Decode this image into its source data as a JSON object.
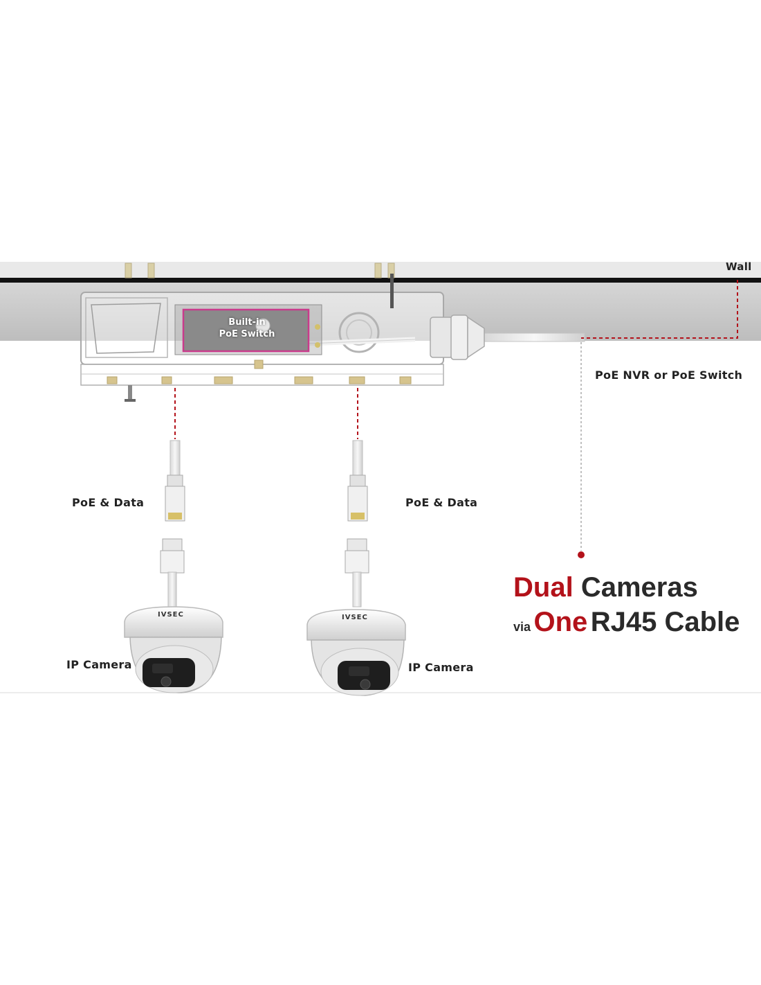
{
  "labels": {
    "wall": "Wall",
    "switch_line1": "Built-in",
    "switch_line2": "PoE Switch",
    "nvr": "PoE NVR or PoE Switch",
    "poe_data_left": "PoE & Data",
    "poe_data_right": "PoE & Data",
    "camera_left": "IP Camera",
    "camera_right": "IP Camera"
  },
  "headline": {
    "line1_accent": "Dual",
    "line1_rest": "Cameras",
    "line2_prefix": "via",
    "line2_accent": "One",
    "line2_rest": "RJ45 Cable"
  },
  "brand": {
    "left": "IVSEC",
    "right": "IVSEC"
  },
  "colors": {
    "accent": "#b3121a",
    "wall_gray": "#c8c8c8",
    "text_dark": "#2a2a2a"
  }
}
